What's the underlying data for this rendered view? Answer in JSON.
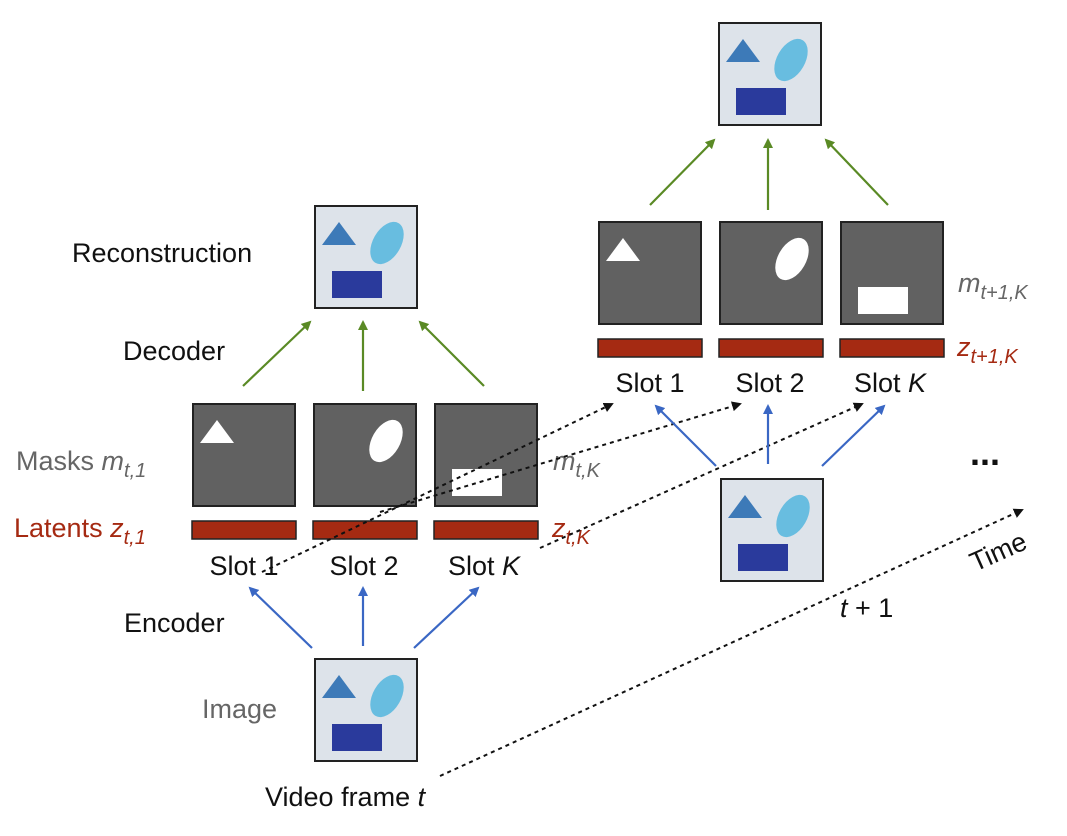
{
  "colors": {
    "encoder_arrow": "#3a67c4",
    "decoder_arrow": "#5a8a25",
    "latent_bar": "#a52a12",
    "latent_text": "#a52a12",
    "mask_bg": "#616161",
    "mask_text": "#666666",
    "image_bg": "#dde3ea",
    "triangle": "#3d7ab8",
    "ellipse": "#68bde0",
    "rectangle": "#2a3a9c",
    "dotted": "#111111"
  },
  "frame_t": {
    "reconstruction_label": "Reconstruction",
    "decoder_label": "Decoder",
    "encoder_label": "Encoder",
    "image_label": "Image",
    "masks_label": "Masks",
    "latents_label": "Latents",
    "mask_first": {
      "base": "m",
      "sub": "t,1"
    },
    "mask_last": {
      "base": "m",
      "sub": "t,K"
    },
    "latent_first": {
      "base": "z",
      "sub": "t,1"
    },
    "latent_last": {
      "base": "z",
      "sub": "t,K"
    },
    "slots": [
      {
        "prefix": "Slot",
        "index": "1"
      },
      {
        "prefix": "Slot",
        "index": "2"
      },
      {
        "prefix": "Slot",
        "index": "K"
      }
    ],
    "caption_prefix": "Video frame",
    "caption_var": "t"
  },
  "frame_t1": {
    "mask_last": {
      "base": "m",
      "sub": "t+1,K"
    },
    "latent_last": {
      "base": "z",
      "sub": "t+1,K"
    },
    "slots": [
      {
        "prefix": "Slot",
        "index": "1"
      },
      {
        "prefix": "Slot",
        "index": "2"
      },
      {
        "prefix": "Slot",
        "index": "K"
      }
    ],
    "step_var": "t",
    "step_suffix": " + 1"
  },
  "time_label": "Time",
  "ellipsis": "..."
}
